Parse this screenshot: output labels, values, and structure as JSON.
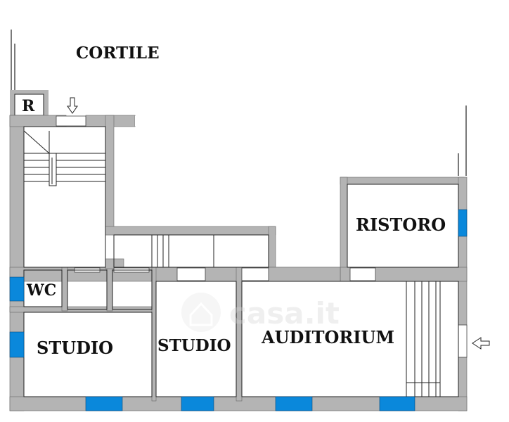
{
  "labels": {
    "courtyard": "CORTILE",
    "r": "R",
    "ristoro": "RISTORO",
    "wc": "WC",
    "studio_left": "STUDIO",
    "studio_center": "STUDIO",
    "auditorium": "AUDITORIUM"
  },
  "watermark": "casa.it",
  "colors": {
    "wall": "#b4b4b4",
    "window": "#0a88db",
    "line": "#222222",
    "background": "#ffffff"
  },
  "icons": [
    "arrow-down-icon",
    "arrow-left-icon",
    "home-icon"
  ]
}
